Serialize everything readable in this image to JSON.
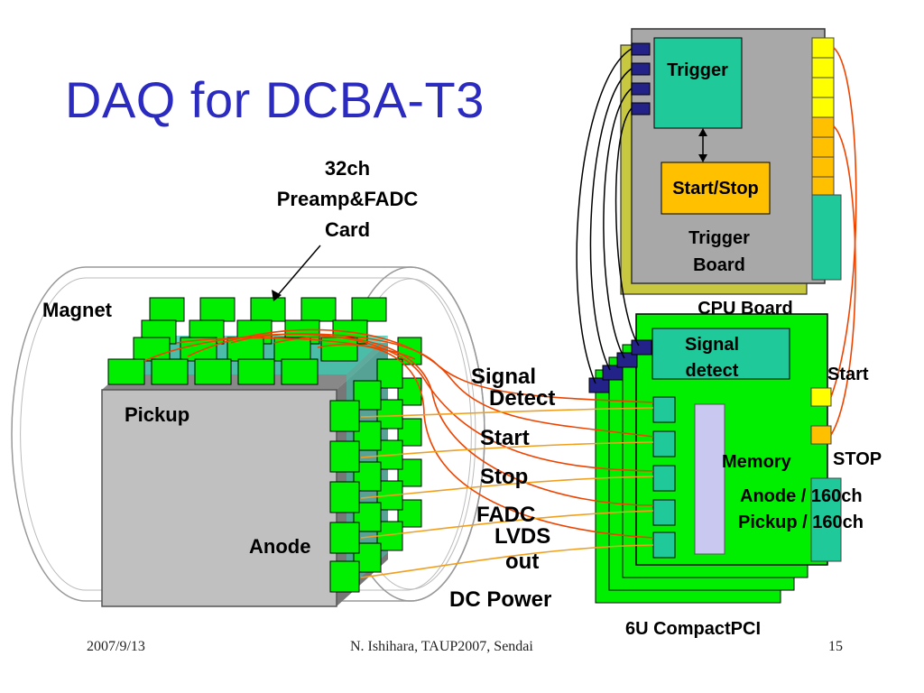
{
  "slide": {
    "title": "DAQ for DCBA-T3",
    "footer_date": "2007/9/13",
    "footer_author": "N. Ishihara, TAUP2007, Sendai",
    "page_number": "15"
  },
  "detector": {
    "preamp_label_line1": "32ch",
    "preamp_label_line2": "Preamp&FADC",
    "preamp_label_line3": "Card",
    "magnet_label": "Magnet",
    "pickup_label": "Pickup",
    "anode_label": "Anode"
  },
  "cables": {
    "signal_line1": "Signal",
    "signal_line2": "Detect",
    "start": "Start",
    "stop": "Stop",
    "fadc_line1": "FADC",
    "fadc_line2": "LVDS",
    "fadc_line3": "out",
    "dc_power": "DC Power"
  },
  "trigger_board": {
    "trigger": "Trigger",
    "start_stop": "Start/Stop",
    "board_line1": "Trigger",
    "board_line2": "Board"
  },
  "cpu": {
    "label": "CPU Board",
    "signal_line1": "Signal",
    "signal_line2": "detect",
    "start": "Start",
    "stop": "STOP",
    "memory": "Memory",
    "anode": "Anode / 160ch",
    "pickup": "Pickup / 160ch",
    "crate": "6U CompactPCI"
  },
  "colors": {
    "title": "#2b2bc0",
    "card_green": "#00ee00",
    "teal": "#1fc99a",
    "orange_cable": "#ee4400",
    "signal_cable": "#f0a020",
    "yellow": "#ffff00"
  }
}
